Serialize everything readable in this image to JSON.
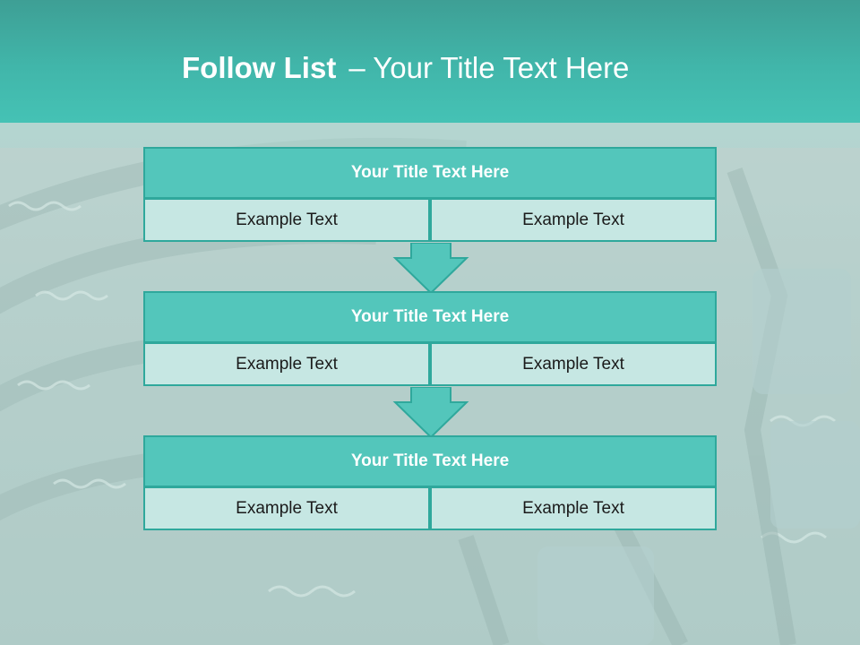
{
  "slide": {
    "title_bold": "Follow List",
    "title_rest": "– Your Title Text Here"
  },
  "flow": {
    "blocks": [
      {
        "title": "Your Title Text Here",
        "left_text": "Example Text",
        "right_text": "Example Text"
      },
      {
        "title": "Your Title Text Here",
        "left_text": "Example Text",
        "right_text": "Example Text"
      },
      {
        "title": "Your Title Text Here",
        "left_text": "Example Text",
        "right_text": "Example Text"
      }
    ]
  },
  "colors": {
    "header": "#45c2b5",
    "block_header": "#53c6bb",
    "cell": "#c6e7e3",
    "border": "#2fa89c",
    "arrow": "#53c6bb"
  },
  "icons": {
    "flow_arrow": "down-arrow-icon"
  }
}
